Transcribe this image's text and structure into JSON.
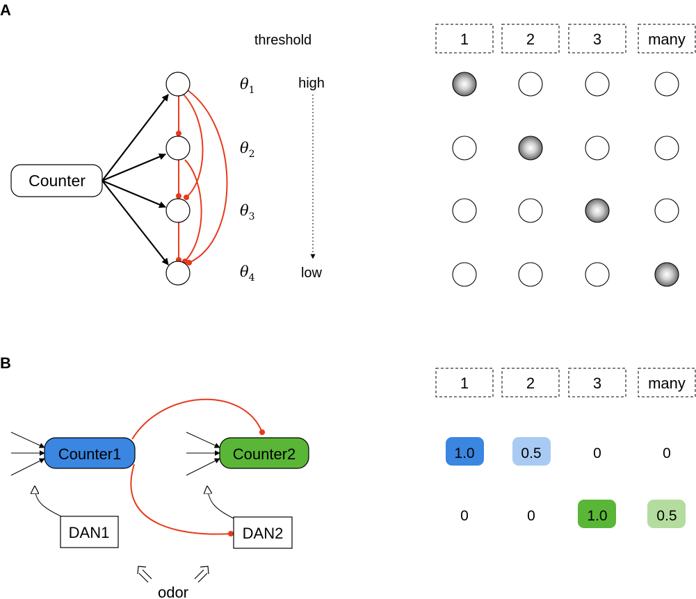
{
  "panel_a": {
    "label": "A",
    "counter_label": "Counter",
    "threshold_header": "threshold",
    "thetas": [
      {
        "base": "θ",
        "sub": "1"
      },
      {
        "base": "θ",
        "sub": "2"
      },
      {
        "base": "θ",
        "sub": "3"
      },
      {
        "base": "θ",
        "sub": "4"
      }
    ],
    "high_label": "high",
    "low_label": "low",
    "columns": [
      "1",
      "2",
      "3",
      "many"
    ],
    "active_matrix": [
      [
        1,
        0,
        0,
        0
      ],
      [
        0,
        1,
        0,
        0
      ],
      [
        0,
        0,
        1,
        0
      ],
      [
        0,
        0,
        0,
        1
      ]
    ]
  },
  "panel_b": {
    "label": "B",
    "counter1_label": "Counter1",
    "counter2_label": "Counter2",
    "dan1_label": "DAN1",
    "dan2_label": "DAN2",
    "odor_label": "odor",
    "columns": [
      "1",
      "2",
      "3",
      "many"
    ],
    "rows": [
      {
        "values": [
          "1.0",
          "0.5",
          "0",
          "0"
        ]
      },
      {
        "values": [
          "0",
          "0",
          "1.0",
          "0.5"
        ]
      }
    ],
    "colors": {
      "counter1": "#3a86e0",
      "counter1_light": "#a9cbf3",
      "counter2": "#5ab636",
      "counter2_light": "#b3dc9e",
      "inhibitory": "#e8391b"
    }
  }
}
